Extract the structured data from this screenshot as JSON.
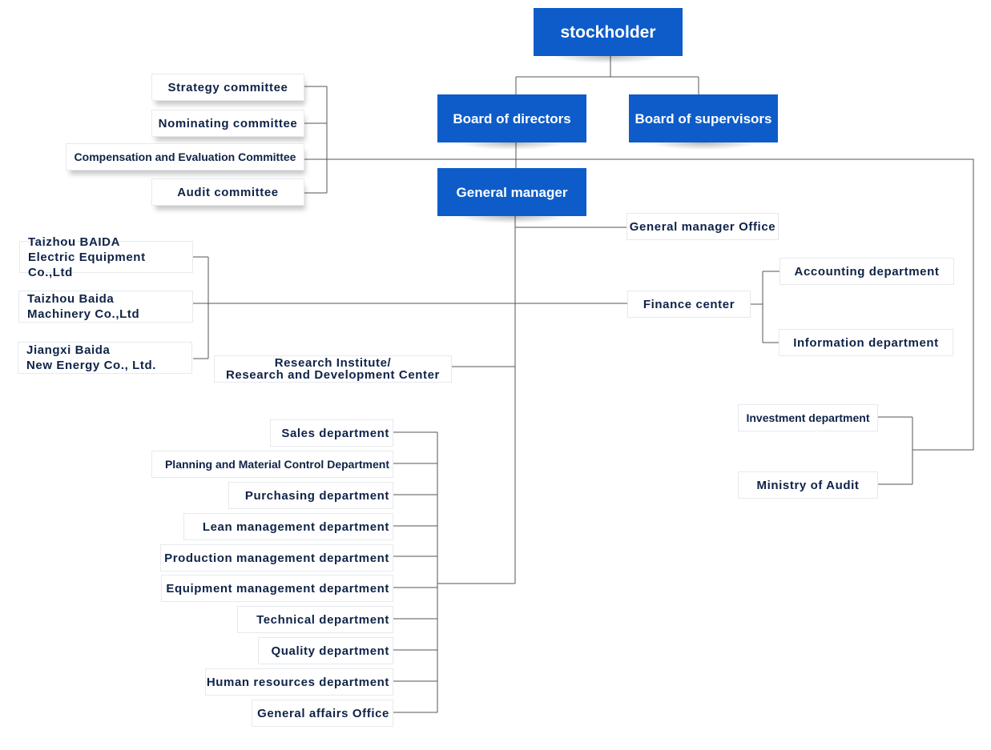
{
  "top": {
    "stockholder": "stockholder",
    "board_of_directors": "Board of directors",
    "board_of_supervisors": "Board of supervisors",
    "general_manager": "General manager"
  },
  "committees": [
    "Strategy committee",
    "Nominating committee",
    "Compensation and Evaluation Committee",
    "Audit committee"
  ],
  "general_manager_office": "General manager Office",
  "subsidiaries": [
    {
      "line1": "Taizhou BAIDA",
      "line2": "Electric Equipment Co.,Ltd"
    },
    {
      "line1": "Taizhou Baida",
      "line2": "Machinery Co.,Ltd"
    },
    {
      "line1": "Jiangxi Baida",
      "line2": "New Energy Co., Ltd."
    }
  ],
  "finance": {
    "center": "Finance center",
    "accounting": "Accounting department",
    "information": "Information department"
  },
  "research": {
    "line1": "Research Institute/",
    "line2": "Research and Development Center"
  },
  "audit_branch": {
    "investment": "Investment department",
    "ministry_of_audit": "Ministry of Audit"
  },
  "departments": [
    "Sales department",
    "Planning and Material Control Department",
    "Purchasing department",
    "Lean management department",
    "Production management department",
    "Equipment management department",
    "Technical department",
    "Quality department",
    "Human resources department",
    "General affairs Office"
  ],
  "colors": {
    "primary_box": "#0d5cc9",
    "primary_text": "#ffffff",
    "secondary_text": "#0f2347",
    "connector": "#555555"
  }
}
